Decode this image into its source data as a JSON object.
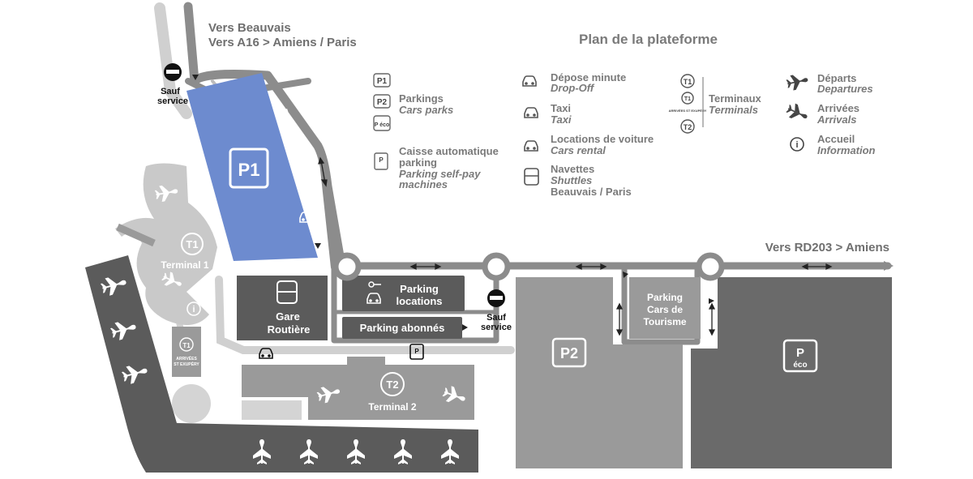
{
  "header": {
    "title": "Plan de la plateforme",
    "north_line1": "Vers Beauvais",
    "north_line2": "Vers A16 > Amiens / Paris",
    "east_road": "Vers RD203 > Amiens"
  },
  "legend": {
    "parkings": {
      "fr": "Parkings",
      "en": "Cars parks",
      "icons": [
        "P1",
        "P2",
        "P éco"
      ]
    },
    "caisse": {
      "fr1": "Caisse automatique",
      "fr2": "parking",
      "en1": "Parking self-pay",
      "en2": "machines"
    },
    "depose": {
      "fr": "Dépose minute",
      "en": "Drop-Off"
    },
    "taxi": {
      "fr": "Taxi",
      "en": "Taxi"
    },
    "locations": {
      "fr": "Locations de voiture",
      "en": "Cars rental"
    },
    "navettes": {
      "fr": "Navettes",
      "en": "Shuttles",
      "extra": "Beauvais / Paris"
    },
    "terminaux": {
      "fr": "Terminaux",
      "en": "Terminals",
      "icons": [
        "T1",
        "T1",
        "T2"
      ],
      "arrivees_small": "ARRIVÉES ST EXUPÉRY"
    },
    "departs": {
      "fr": "Départs",
      "en": "Departures"
    },
    "arrivees": {
      "fr": "Arrivées",
      "en": "Arrivals"
    },
    "accueil": {
      "fr": "Accueil",
      "en": "Information"
    }
  },
  "map": {
    "p1": "P1",
    "depose_minute": "Dépose minute",
    "sauf_service_1_line1": "Sauf",
    "sauf_service_1_line2": "service",
    "sauf_service_2_line1": "Sauf",
    "sauf_service_2_line2": "service",
    "terminal1_badge": "T1",
    "terminal1": "Terminal 1",
    "gare_line1": "Gare",
    "gare_line2": "Routière",
    "parking_locations_line1": "Parking",
    "parking_locations_line2": "locations",
    "parking_abonnes": "Parking abonnés",
    "terminal2_badge": "T2",
    "terminal2": "Terminal 2",
    "t1_arrivees_badge": "T1",
    "t1_arrivees_line1": "ARRIVÉES",
    "t1_arrivees_line2": "ST EXUPÉRY",
    "p2": "P2",
    "peco_p": "P",
    "peco_eco": "éco",
    "cars_tourisme_line1": "Parking",
    "cars_tourisme_line2": "Cars de",
    "cars_tourisme_line3": "Tourisme"
  },
  "colors": {
    "p1_blue": "#6d8bcf",
    "dark": "#5b5b5b",
    "road": "#8c8c8c",
    "light": "#d0d0d0"
  }
}
